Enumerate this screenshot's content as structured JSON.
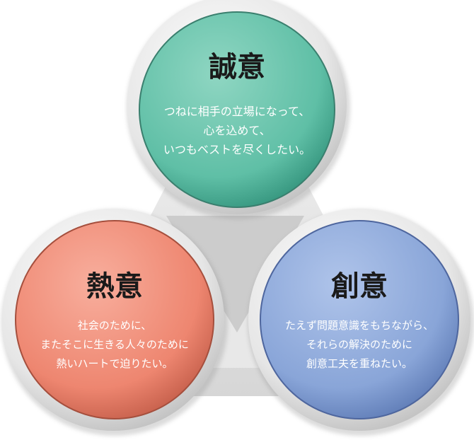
{
  "circles": {
    "top": {
      "title": "誠意",
      "lines": [
        "つねに相手の立場になって、",
        "心を込めて、",
        "いつもベストを尽くしたい。"
      ],
      "color": "#5fbfa6"
    },
    "left": {
      "title": "熱意",
      "lines": [
        "社会のために、",
        "またそこに生きる人々のために",
        "熱いハートで迫りたい。"
      ],
      "color": "#f08a75"
    },
    "right": {
      "title": "創意",
      "lines": [
        "たえず問題意識をもちながら、",
        "それらの解決のために",
        "創意工夫を重ねたい。"
      ],
      "color": "#8aa6d8"
    }
  }
}
